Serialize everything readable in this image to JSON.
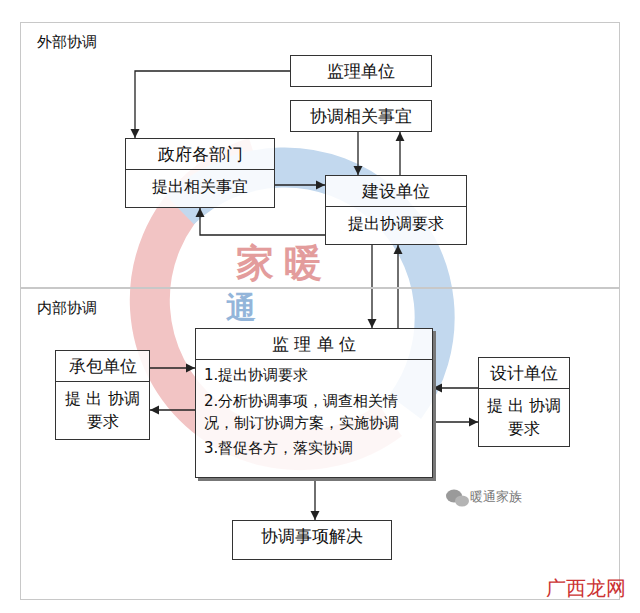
{
  "diagram": {
    "nodes": [
      {
        "text": [
          "外部协调"
        ]
      },
      {
        "text": [
          "监理单位"
        ],
        "in": 0
      },
      {
        "text": [
          "协调相关事宜"
        ],
        "in": 0
      },
      {
        "text": [
          "政府各部门",
          "提出相关事宜"
        ],
        "in": 0
      },
      {
        "text": [
          "建设单位",
          "提出协调要求"
        ],
        "in": 0
      },
      {
        "text": [
          "内部协调"
        ]
      },
      {
        "text": [
          "承包单位",
          "提 出 协调要求"
        ],
        "in": 5
      },
      {
        "text": [
          "监 理 单 位",
          "1.提出协调要求",
          "2.分析协调事项，调查相关情况，制订协调方案，实施协调",
          "3.督促各方，落实协调"
        ],
        "in": 5
      },
      {
        "text": [
          "设计单位",
          "提 出 协调要求"
        ],
        "in": 5
      },
      {
        "text": [
          "协调事项解决"
        ],
        "in": 5
      }
    ],
    "edges": [
      {
        "from": 1,
        "to": 3,
        "arrow": "to"
      },
      {
        "from": 2,
        "to": 4,
        "arrow": "to"
      },
      {
        "from": 4,
        "to": 2,
        "arrow": "to"
      },
      {
        "from": 3,
        "to": 4,
        "arrow": "to"
      },
      {
        "from": 4,
        "to": 3,
        "arrow": "to"
      },
      {
        "from": 4,
        "to": 7,
        "arrow": "to"
      },
      {
        "from": 7,
        "to": 4,
        "arrow": "to"
      },
      {
        "from": 6,
        "to": 7,
        "arrow": "to"
      },
      {
        "from": 7,
        "to": 6,
        "arrow": "to"
      },
      {
        "from": 8,
        "to": 7,
        "arrow": "to"
      },
      {
        "from": 7,
        "to": 8,
        "arrow": "to"
      },
      {
        "from": 7,
        "to": 9,
        "arrow": "to"
      }
    ],
    "labels": [
      "家",
      "暖",
      "通",
      "暖通家族",
      "广西龙网"
    ]
  }
}
